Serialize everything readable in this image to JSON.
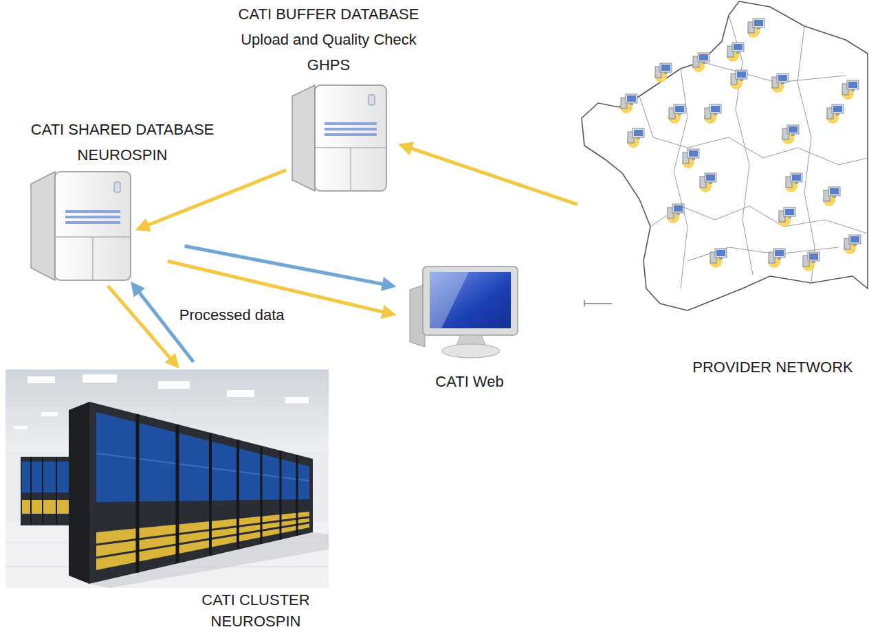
{
  "diagram": {
    "nodes": [
      {
        "text": [
          "CATI BUFFER DATABASE",
          "Upload and Quality Check",
          "GHPS"
        ]
      },
      {
        "text": [
          "CATI SHARED DATABASE",
          "NEUROSPIN"
        ]
      },
      {
        "text": [
          "CATI Web"
        ]
      },
      {
        "text": [
          "CATI CLUSTER",
          "NEUROSPIN"
        ]
      },
      {
        "text": [
          "PROVIDER NETWORK"
        ]
      }
    ],
    "edges": [
      {
        "from": 4,
        "to": 0,
        "arrow": "to"
      },
      {
        "from": 0,
        "to": 1,
        "arrow": "to"
      },
      {
        "from": 1,
        "to": 2,
        "arrow": "to"
      },
      {
        "from": 1,
        "to": 2,
        "arrow": "to"
      },
      {
        "from": 1,
        "to": 3,
        "arrow": "to"
      },
      {
        "from": 3,
        "to": 1,
        "label": "Processed data",
        "arrow": "to"
      }
    ]
  }
}
